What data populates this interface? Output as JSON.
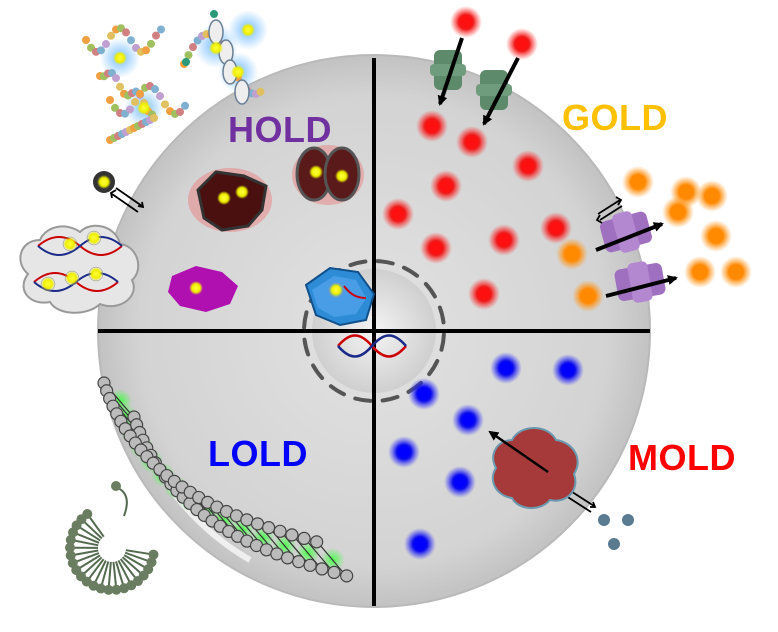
{
  "labels": {
    "hold": "HOLD",
    "gold": "GOLD",
    "lold": "LOLD",
    "mold": "MOLD"
  },
  "colors": {
    "hold": "#7030A0",
    "gold": "#FFC000",
    "lold": "#0000FF",
    "mold": "#FF0000",
    "cell": "#D4D4D4",
    "red_probe": "#FF2020",
    "orange_probe": "#FF8C00",
    "blue_probe": "#1010FF",
    "yellow_probe": "#F2F200",
    "green_glow": "#40FF40"
  },
  "icons": [
    "cell-circle",
    "nucleus",
    "dna-helix",
    "transporter-protein",
    "protein-aggregate",
    "peptide-chain",
    "lipid-bilayer",
    "micelle",
    "enzyme",
    "arrow-icon",
    "equilibrium-arrow-icon"
  ]
}
